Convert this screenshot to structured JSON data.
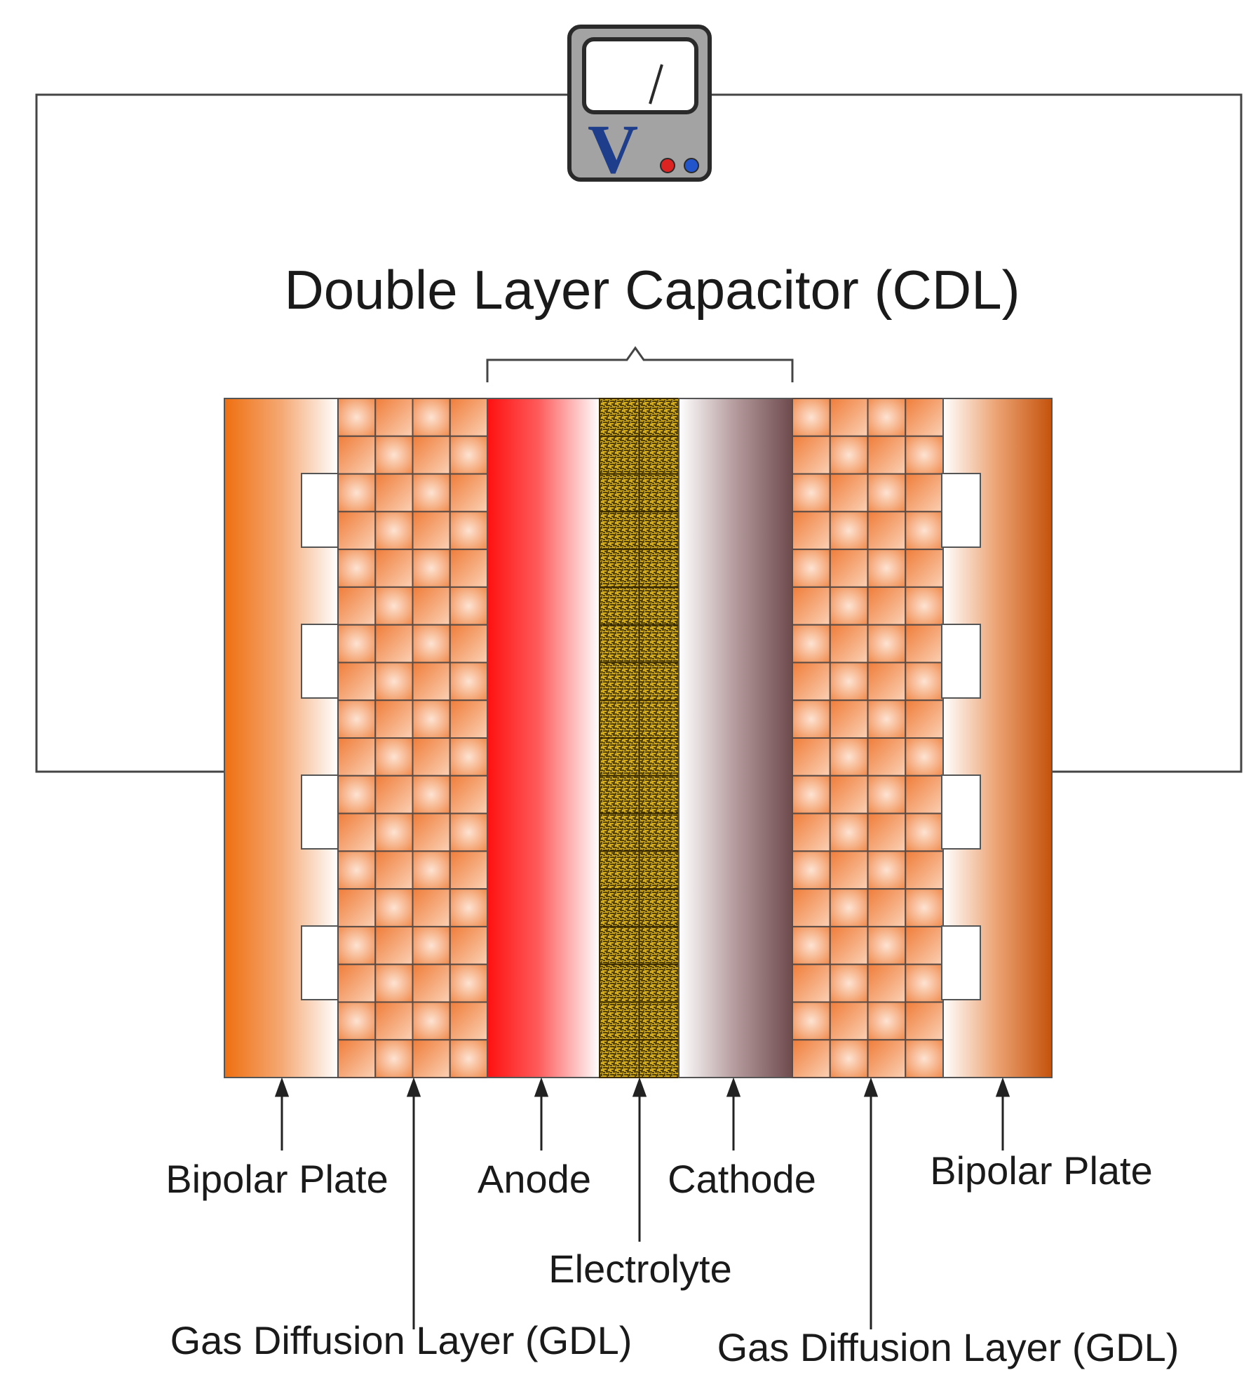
{
  "diagram": {
    "title": "Double Layer Capacitor (CDL)",
    "voltmeter": {
      "symbol": "V"
    },
    "labels": {
      "bipolar_plate_left": "Bipolar Plate",
      "gdl_left": "Gas Diffusion Layer (GDL)",
      "anode": "Anode",
      "electrolyte": "Electrolyte",
      "cathode": "Cathode",
      "gdl_right": "Gas Diffusion Layer (GDL)",
      "bipolar_plate_right": "Bipolar Plate"
    },
    "colors": {
      "bipolar_plate": "#f07a1e",
      "bipolar_plate_right": "#c4520c",
      "gdl_tile": "#f5a06a",
      "anode": "#ff1a1a",
      "electrolyte": "#c9a316",
      "cathode": "#7a5558",
      "meter_body": "#a3a3a3",
      "meter_v": "#1e3e8c",
      "terminal_red": "#dd2222",
      "terminal_blue": "#2255cc",
      "wire": "#444444"
    }
  }
}
